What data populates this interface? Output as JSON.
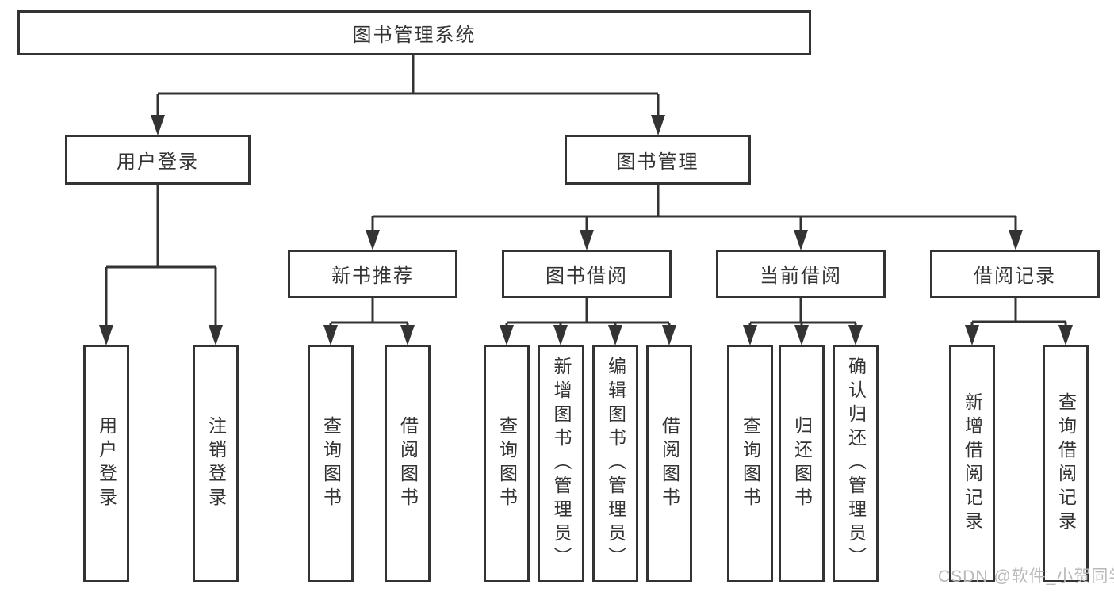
{
  "diagram_title": "图书管理系统",
  "tree": {
    "label": "图书管理系统",
    "children": [
      {
        "label": "用户登录",
        "children": [
          {
            "label": "用户登录"
          },
          {
            "label": "注销登录"
          }
        ]
      },
      {
        "label": "图书管理",
        "children": [
          {
            "label": "新书推荐",
            "children": [
              {
                "label": "查询图书"
              },
              {
                "label": "借阅图书"
              }
            ]
          },
          {
            "label": "图书借阅",
            "children": [
              {
                "label": "查询图书"
              },
              {
                "label": "新增图书（管理员）"
              },
              {
                "label": "编辑图书（管理员）"
              },
              {
                "label": "借阅图书"
              }
            ]
          },
          {
            "label": "当前借阅",
            "children": [
              {
                "label": "查询图书"
              },
              {
                "label": "归还图书"
              },
              {
                "label": "确认归还（管理员）"
              }
            ]
          },
          {
            "label": "借阅记录",
            "children": [
              {
                "label": "新增借阅记录"
              },
              {
                "label": "查询借阅记录"
              }
            ]
          }
        ]
      }
    ]
  },
  "watermark": "CSDN @软件_小贺同学",
  "colors": {
    "line": "#333333",
    "box_border": "#333333",
    "box_background": "#ffffff",
    "text": "#333333",
    "watermark": "#b9b9b9"
  }
}
